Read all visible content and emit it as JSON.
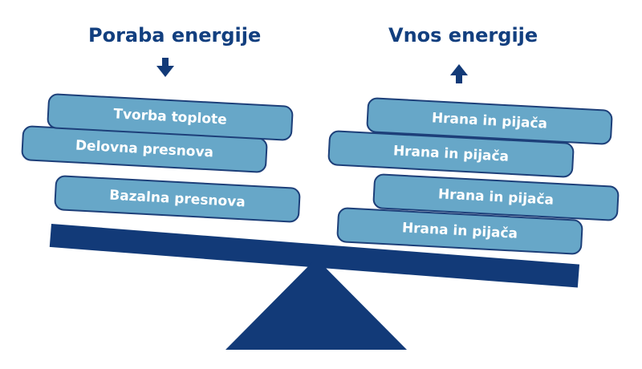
{
  "left": {
    "title": "Poraba energije",
    "blocks": [
      "Tvorba toplote",
      "Delovna presnova",
      "Bazalna presnova"
    ]
  },
  "right": {
    "title": "Vnos energije",
    "blocks": [
      "Hrana in pijača",
      "Hrana in pijača",
      "Hrana in pijača",
      "Hrana in pijača"
    ]
  },
  "icons": {
    "left_arrow": "arrow-down-icon",
    "right_arrow": "arrow-up-icon"
  },
  "colors": {
    "dark_blue": "#123a78",
    "block_fill": "#67a7c8",
    "block_border": "#1d3f79",
    "heading": "#123f7f"
  }
}
